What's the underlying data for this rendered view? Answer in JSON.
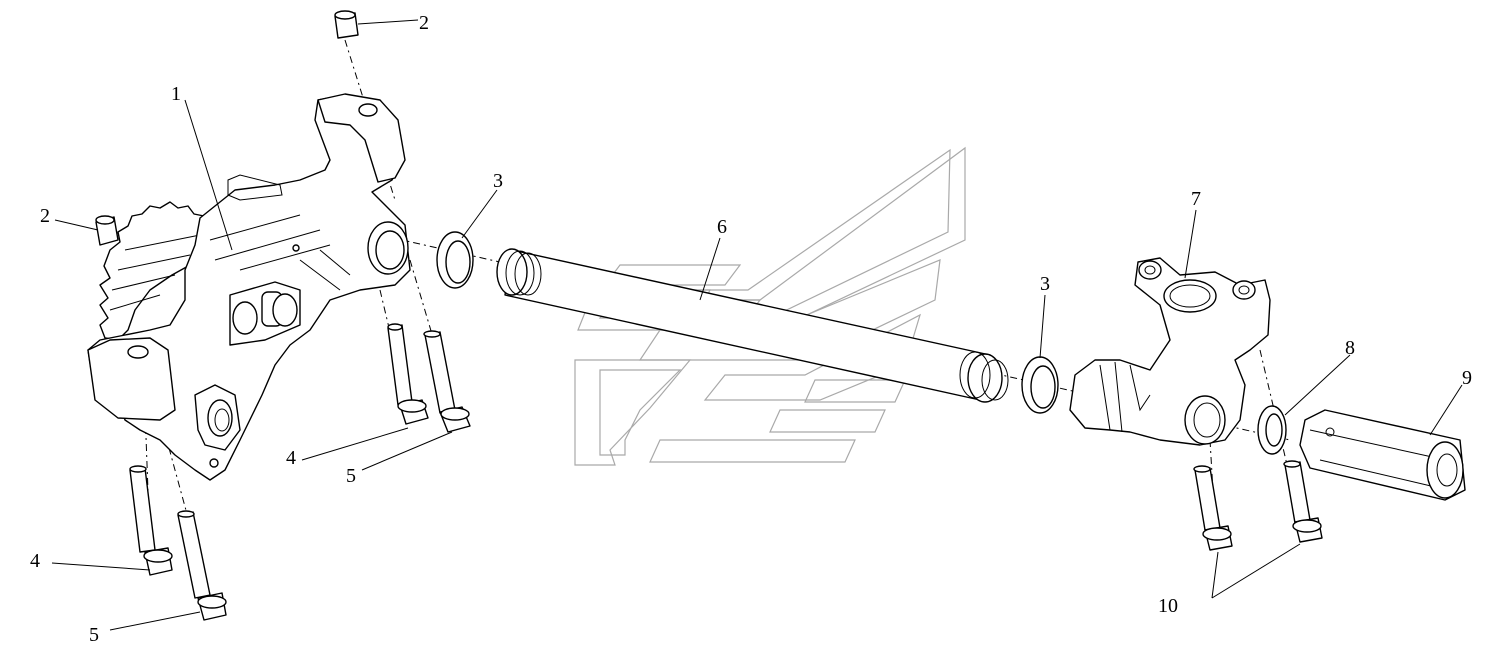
{
  "callouts": {
    "c1": "1",
    "c2a": "2",
    "c2b": "2",
    "c3a": "3",
    "c3b": "3",
    "c4a": "4",
    "c4b": "4",
    "c5a": "5",
    "c5b": "5",
    "c6": "6",
    "c7": "7",
    "c8": "8",
    "c9": "9",
    "c10": "10"
  }
}
